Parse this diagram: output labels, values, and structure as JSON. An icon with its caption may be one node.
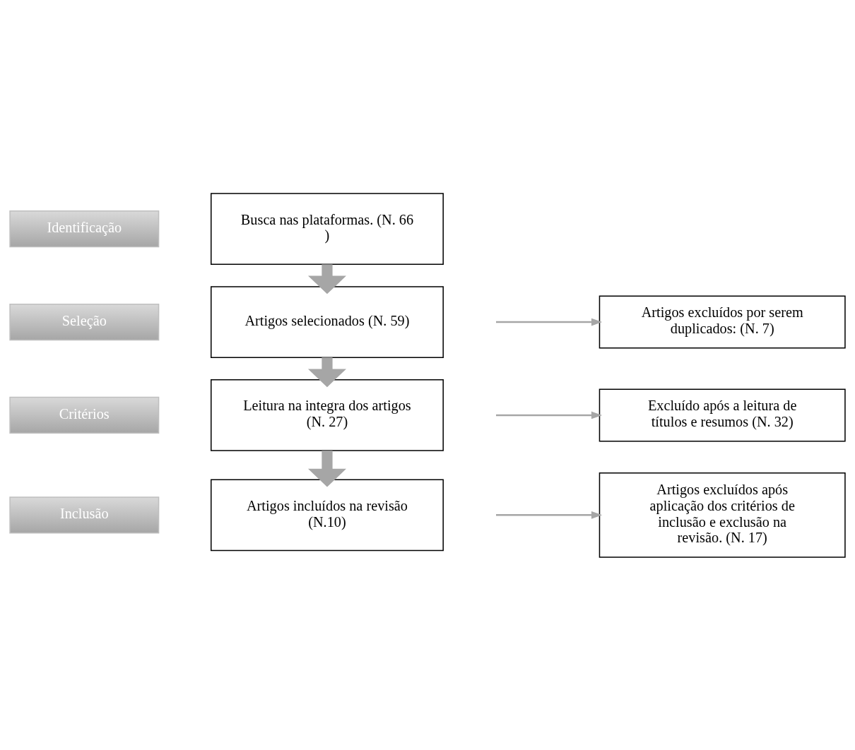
{
  "diagram": {
    "nodes": [
      {
        "text": [
          "Identificação"
        ]
      },
      {
        "text": [
          "Busca nas plataformas. (N. 66 )"
        ]
      },
      {
        "text": [
          "Artigos excluídos por serem duplicados: (N. 7)"
        ]
      },
      {
        "text": [
          "Seleção"
        ]
      },
      {
        "text": [
          "Artigos selecionados (N. 59)"
        ]
      },
      {
        "text": [
          "Excluído após a leitura de títulos e resumos (N. 32)"
        ]
      },
      {
        "text": [
          "Critérios"
        ]
      },
      {
        "text": [
          "Leitura na integra dos artigos (N. 27)"
        ]
      },
      {
        "text": [
          "Artigos excluídos após aplicação dos critérios de inclusão e exclusão na revisão. (N. 17)"
        ]
      },
      {
        "text": [
          "Inclusão"
        ]
      },
      {
        "text": [
          "Artigos incluídos na revisão (N.10)"
        ]
      }
    ],
    "edges": [
      {
        "from": 1,
        "to": 4,
        "arrow": "to",
        "style": "thick"
      },
      {
        "from": null,
        "to": 2,
        "arrow": "to"
      },
      {
        "from": 4,
        "to": 7,
        "arrow": "to",
        "style": "thick"
      },
      {
        "from": null,
        "to": 5,
        "arrow": "to"
      },
      {
        "from": 7,
        "to": 10,
        "arrow": "to",
        "style": "thick"
      },
      {
        "from": null,
        "to": 8,
        "arrow": "to"
      }
    ]
  }
}
